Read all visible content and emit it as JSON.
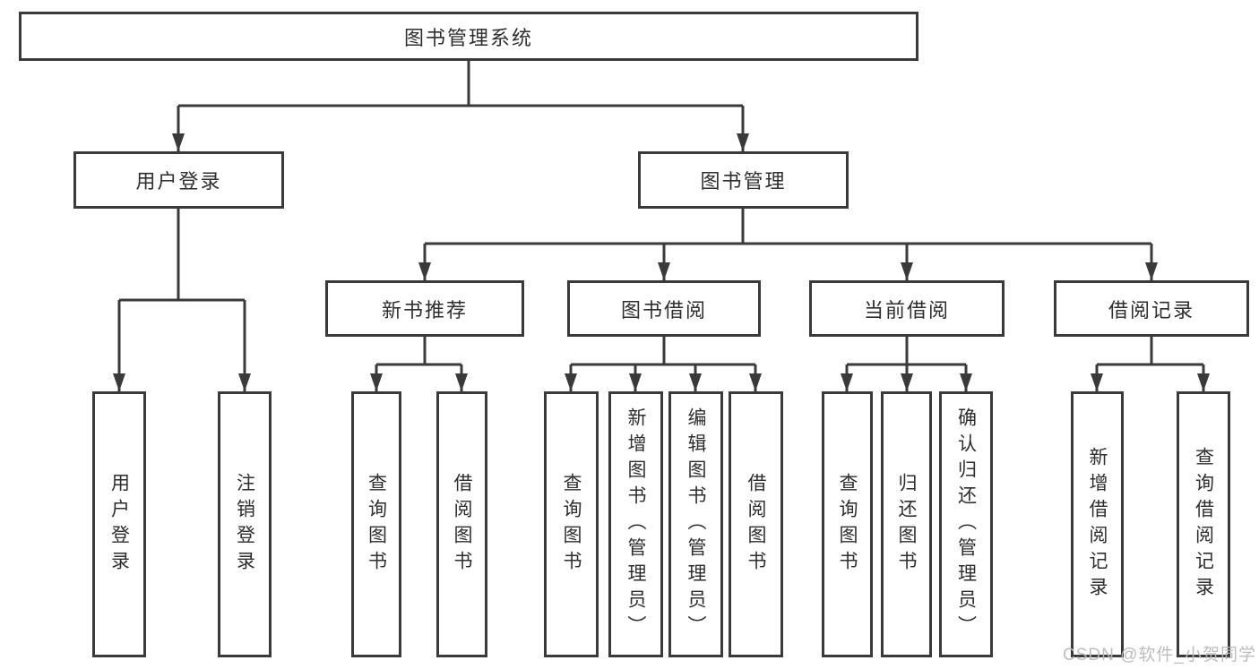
{
  "colors": {
    "line": "#3a3a3a",
    "box_border": "#3a3a3a",
    "box_fill": "#ffffff",
    "text": "#2e2e2e",
    "watermark": "#b9b9b9",
    "background": "#ffffff"
  },
  "watermark": "CSDN @软件_小贺同学",
  "tree": {
    "root": "图书管理系统",
    "branches": [
      {
        "label": "用户登录",
        "children": [
          "用户登录",
          "注销登录"
        ]
      },
      {
        "label": "图书管理",
        "groups": [
          {
            "label": "新书推荐",
            "children": [
              "查询图书",
              "借阅图书"
            ]
          },
          {
            "label": "图书借阅",
            "children": [
              "查询图书",
              "新增图书（管理员）",
              "编辑图书（管理员）",
              "借阅图书"
            ]
          },
          {
            "label": "当前借阅",
            "children": [
              "查询图书",
              "归还图书",
              "确认归还（管理员）"
            ]
          },
          {
            "label": "借阅记录",
            "children": [
              "新增借阅记录",
              "查询借阅记录"
            ]
          }
        ]
      }
    ]
  }
}
